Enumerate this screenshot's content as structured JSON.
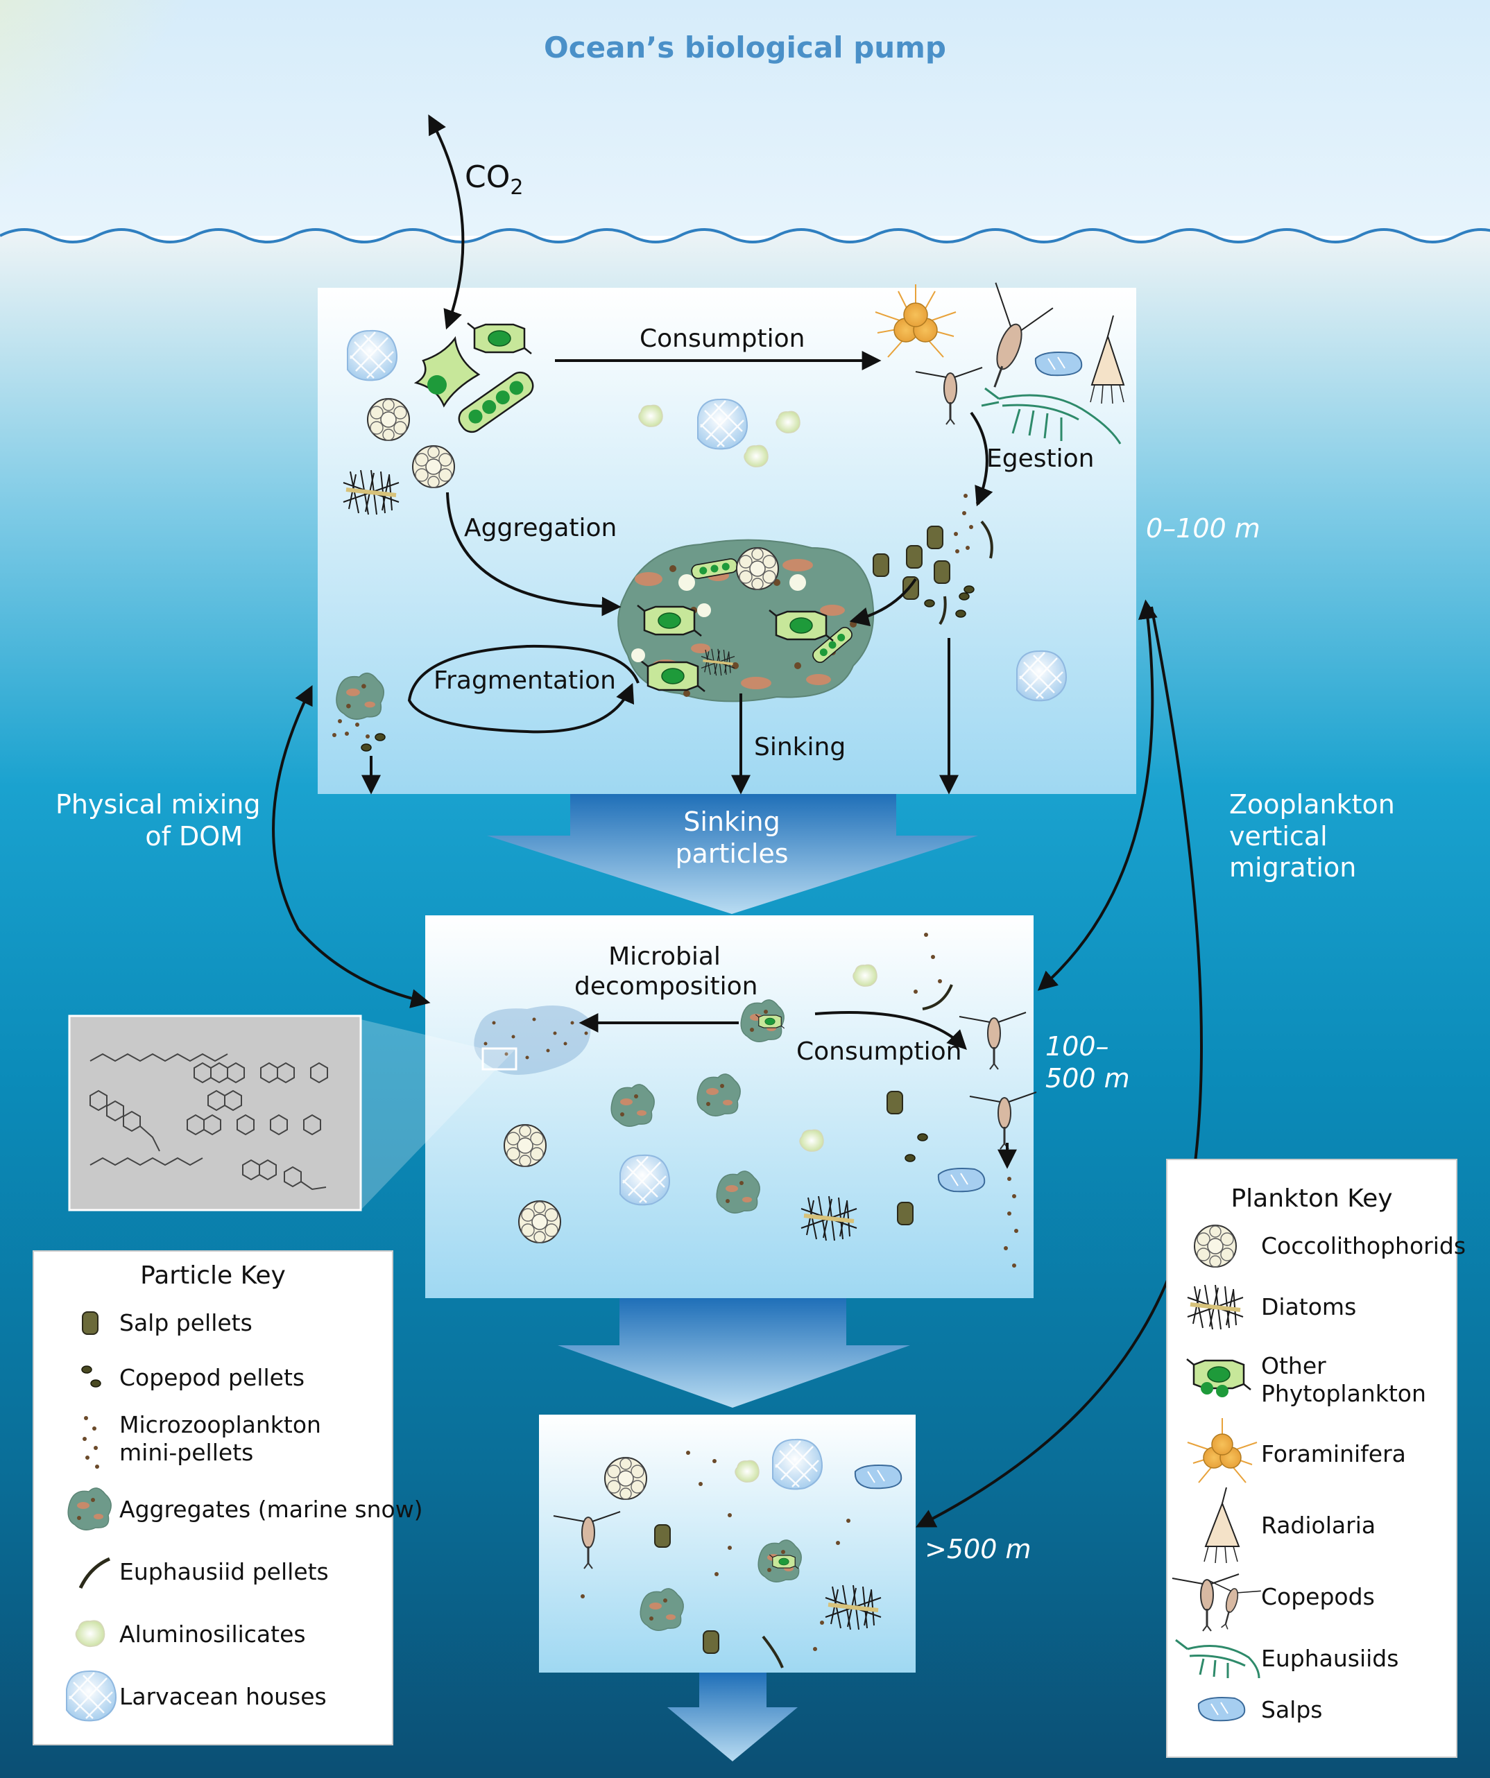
{
  "title": "Ocean’s biological pump",
  "co2": {
    "main": "CO",
    "sub": "2"
  },
  "labels": {
    "consumption_top": "Consumption",
    "egestion": "Egestion",
    "aggregation": "Aggregation",
    "fragmentation": "Fragmentation",
    "sinking": "Sinking",
    "sinking_particles": [
      "Sinking",
      "particles"
    ],
    "physical_mixing": [
      "Physical mixing",
      "of DOM"
    ],
    "zooplankton_migration": [
      "Zooplankton",
      "vertical",
      "migration"
    ],
    "microbial_decomposition": [
      "Microbial",
      "decomposition"
    ],
    "consumption_mid": "Consumption"
  },
  "depths": {
    "top": "0–100 m",
    "mid": [
      "100–",
      "500 m"
    ],
    "deep": ">500 m"
  },
  "particle_key": {
    "title": "Particle Key",
    "items": [
      {
        "label": "Salp pellets",
        "icon": "salp-pellet-icon"
      },
      {
        "label": "Copepod pellets",
        "icon": "copepod-pellet-icon"
      },
      {
        "label": "Microzooplankton\nmini-pellets",
        "icon": "mini-pellet-icon"
      },
      {
        "label": "Aggregates (marine snow)",
        "icon": "aggregate-icon"
      },
      {
        "label": "Euphausiid pellets",
        "icon": "euphausiid-pellet-icon"
      },
      {
        "label": "Aluminosilicates",
        "icon": "aluminosilicate-icon"
      },
      {
        "label": "Larvacean houses",
        "icon": "larvacean-house-icon"
      }
    ]
  },
  "plankton_key": {
    "title": "Plankton Key",
    "items": [
      {
        "label": "Coccolithophorids",
        "icon": "coccolithophorid-icon"
      },
      {
        "label": "Diatoms",
        "icon": "diatom-icon"
      },
      {
        "label": "Other\nPhytoplankton",
        "icon": "phytoplankton-icon"
      },
      {
        "label": "Foraminifera",
        "icon": "foraminifera-icon"
      },
      {
        "label": "Radiolaria",
        "icon": "radiolaria-icon"
      },
      {
        "label": "Copepods",
        "icon": "copepod-icon"
      },
      {
        "label": "Euphausiids",
        "icon": "euphausiid-icon"
      },
      {
        "label": "Salps",
        "icon": "salp-icon"
      }
    ]
  },
  "colors": {
    "sky": "#dff0fb",
    "ocean_top": "#c9e7f6",
    "ocean_mid": "#0e96c4",
    "ocean_deep": "#0a5a80",
    "title_blue": "#4a90c8",
    "aggregate": "#6e9a8a",
    "pellet": "#6b6a3a",
    "phyto_green": "#2aa84a"
  }
}
